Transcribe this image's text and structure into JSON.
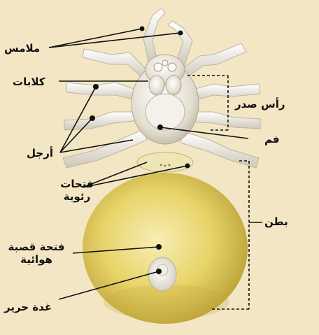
{
  "diagram": {
    "labels": {
      "palps": "ملامس",
      "chelicerae": "كلابات",
      "legs": "أرجل",
      "lung_slits": [
        "فتحات",
        "رئوية"
      ],
      "tracheal_opening": [
        "فتحة قصبة",
        "هوائية"
      ],
      "silk_gland": "غدة حرير",
      "cephalothorax": "رأس صدر",
      "mouth": "فم",
      "abdomen": "بطن"
    },
    "colors": {
      "background": "#f3e6c4",
      "abdomen": "#e8cf5e",
      "body": "#e7e2d6",
      "leader_lines": "#111111"
    }
  }
}
